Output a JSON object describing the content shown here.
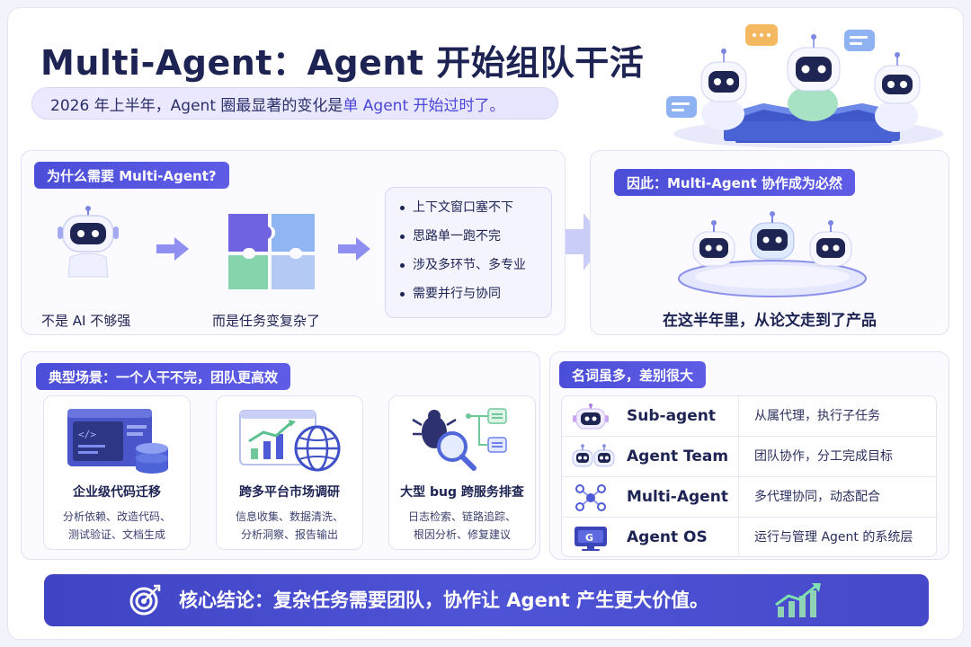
{
  "header": {
    "title": "Multi-Agent：Agent 开始组队干活",
    "subtitle_prefix": "2026 年上半年，Agent 圈最显著的变化是",
    "subtitle_highlight": "单 Agent 开始过时了。"
  },
  "why": {
    "tag": "为什么需要 Multi-Agent?",
    "left_label": "不是 AI 不够强",
    "mid_label": "而是任务变复杂了",
    "bullets": [
      "上下文窗口塞不下",
      "思路单一跑不完",
      "涉及多环节、多专业",
      "需要并行与协同"
    ]
  },
  "conclusion": {
    "tag": "因此：Multi-Agent 协作成为必然",
    "text": "在这半年里，从论文走到了产品"
  },
  "scenes": {
    "tag": "典型场景：一个人干不完，团队更高效",
    "items": [
      {
        "title": "企业级代码迁移",
        "desc1": "分析依赖、改造代码、",
        "desc2": "测试验证、文档生成",
        "icon": "code-database-icon"
      },
      {
        "title": "跨多平台市场调研",
        "desc1": "信息收集、数据清洗、",
        "desc2": "分析洞察、报告输出",
        "icon": "chart-globe-icon"
      },
      {
        "title": "大型 bug 跨服务排查",
        "desc1": "日志检索、链路追踪、",
        "desc2": "根因分析、修复建议",
        "icon": "bug-search-icon"
      }
    ]
  },
  "terms": {
    "tag": "名词虽多，差别很大",
    "rows": [
      {
        "name": "Sub-agent",
        "def": "从属代理，执行子任务",
        "icon": "robot-icon"
      },
      {
        "name": "Agent Team",
        "def": "团队协作，分工完成目标",
        "icon": "robot-pair-icon"
      },
      {
        "name": "Multi-Agent",
        "def": "多代理协同，动态配合",
        "icon": "network-icon"
      },
      {
        "name": "Agent OS",
        "def": "运行与管理 Agent 的系统层",
        "icon": "monitor-icon"
      }
    ]
  },
  "footer": {
    "text": "核心结论：复杂任务需要团队，协作让 Agent 产生更大价值。",
    "icon": "target-icon",
    "chart_icon": "growth-chart-icon"
  },
  "colors": {
    "primary": "#4b4ed8",
    "dark_text": "#1d2352",
    "puzzle_purple": "#6f63e0",
    "puzzle_blue": "#6ea6f0",
    "puzzle_green": "#7fd3a8"
  }
}
